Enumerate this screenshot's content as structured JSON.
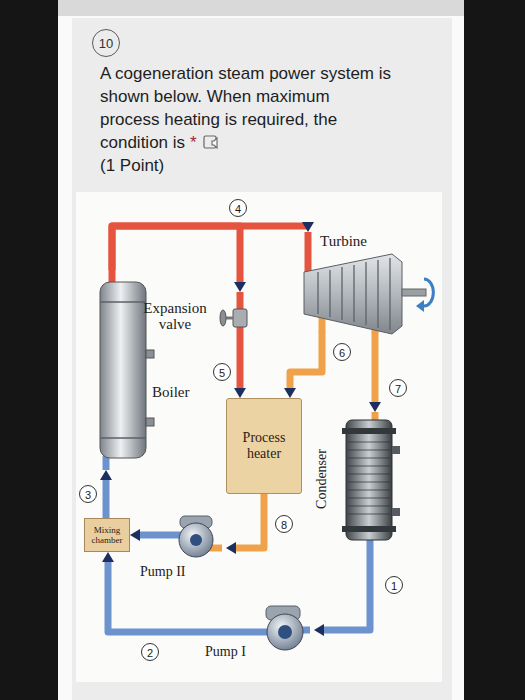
{
  "diagram": {
    "title": "A cogeneration steam power system is shown below. When maximum process heating is required, the condition is",
    "nodes": [
      {
        "text": [
          "Boiler"
        ]
      },
      {
        "text": [
          "Turbine"
        ]
      },
      {
        "text": [
          "Expansion valve"
        ]
      },
      {
        "text": [
          "Process heater"
        ]
      },
      {
        "text": [
          "Condenser"
        ]
      },
      {
        "text": [
          "Pump I"
        ]
      },
      {
        "text": [
          "Pump II"
        ]
      },
      {
        "text": [
          "Mixing chamber"
        ]
      }
    ],
    "edges": [
      {
        "from": 0,
        "to": 1,
        "arrow": "to"
      },
      {
        "from": 0,
        "to": 2,
        "arrow": "to"
      },
      {
        "from": 2,
        "to": 3,
        "arrow": "to"
      },
      {
        "from": 1,
        "to": 3,
        "arrow": "to"
      },
      {
        "from": 1,
        "to": 4,
        "arrow": "to"
      },
      {
        "from": 4,
        "to": 5,
        "arrow": "to"
      },
      {
        "from": 5,
        "to": 7,
        "arrow": "to"
      },
      {
        "from": 3,
        "to": 6,
        "arrow": "to"
      },
      {
        "from": 6,
        "to": 7,
        "arrow": "to"
      },
      {
        "from": 7,
        "to": 0,
        "arrow": "to"
      }
    ],
    "labels": [
      "10",
      "*",
      "(1 Point)",
      "4",
      "5",
      "6",
      "7",
      "3",
      "8",
      "1",
      "2"
    ]
  }
}
